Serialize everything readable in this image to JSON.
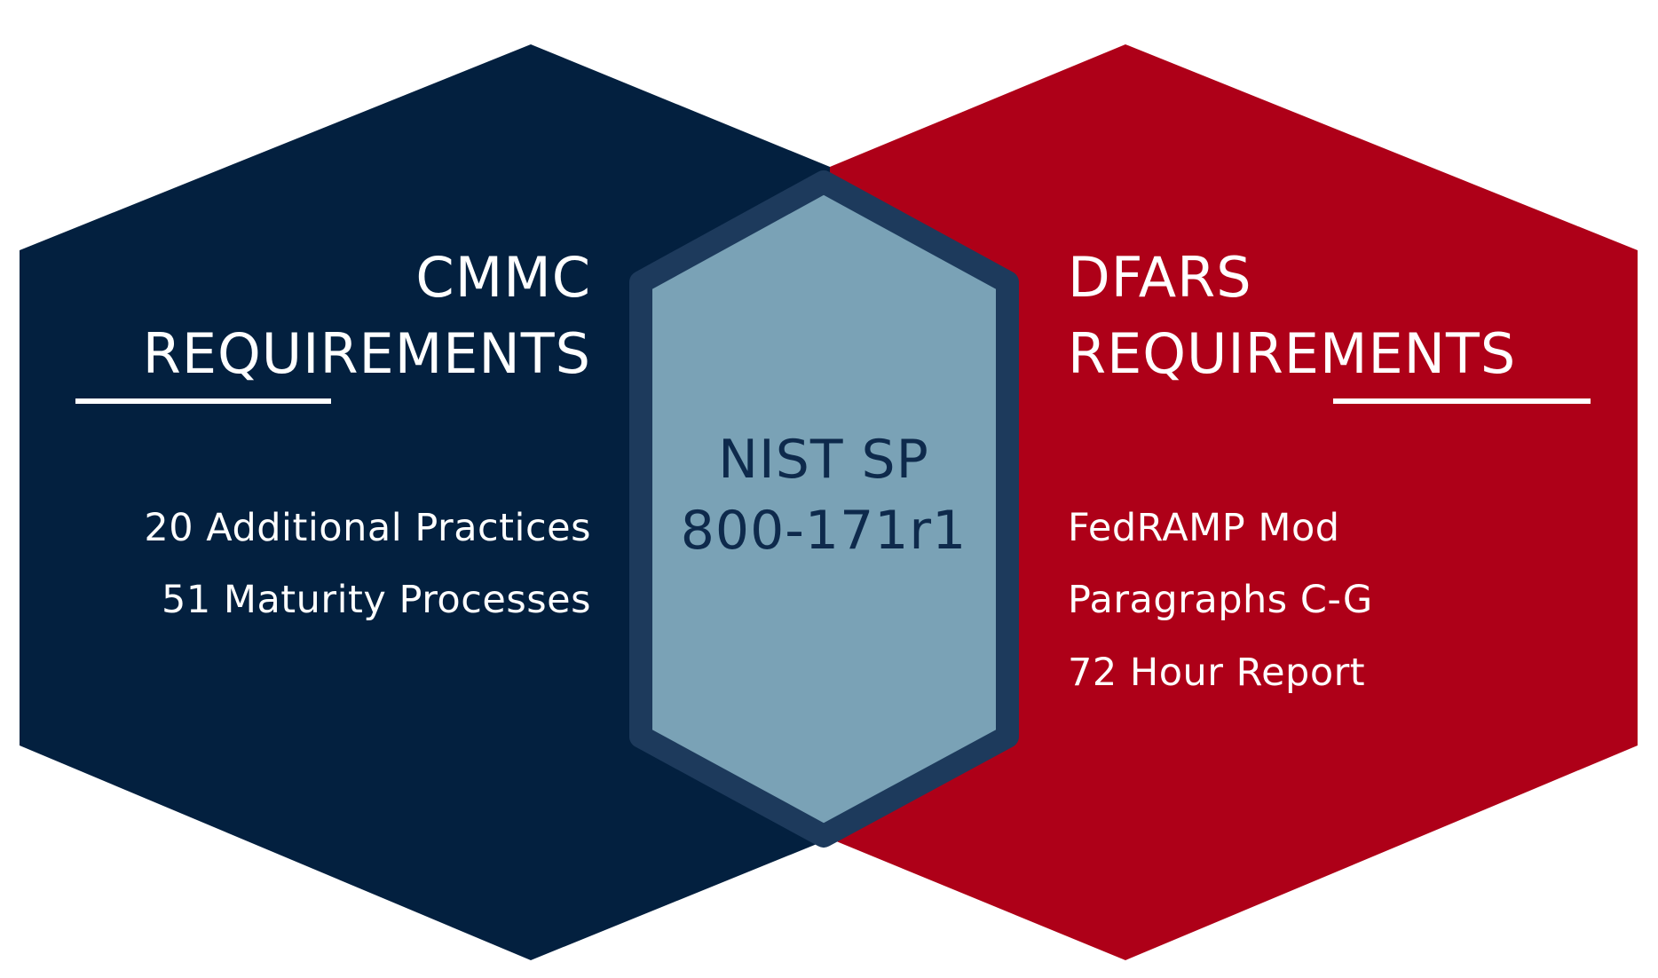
{
  "left": {
    "heading_line1": "CMMC",
    "heading_line2": "REQUIREMENTS",
    "items": [
      "20 Additional Practices",
      "51 Maturity Processes"
    ],
    "color": "#03203f"
  },
  "right": {
    "heading_line1": "DFARS",
    "heading_line2": "REQUIREMENTS",
    "items": [
      "FedRAMP Mod",
      "Paragraphs C-G",
      "72 Hour Report"
    ],
    "color": "#ae0018"
  },
  "center": {
    "line1": "NIST SP",
    "line2": "800-171r1",
    "fill_color": "#7aa2b6",
    "border_color": "#1d3a5c"
  }
}
